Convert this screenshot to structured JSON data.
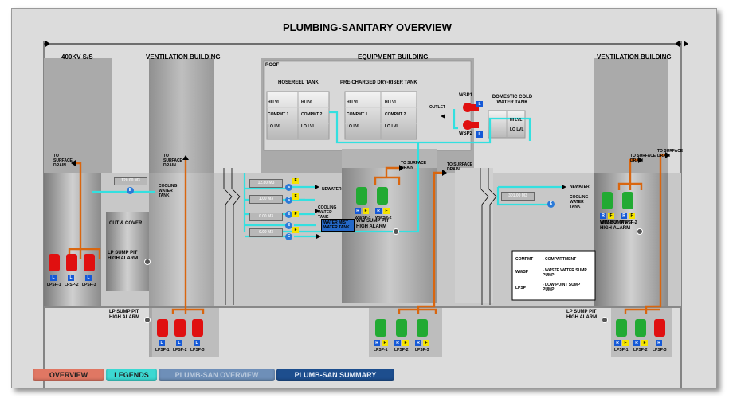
{
  "title": "PLUMBING-SANITARY OVERVIEW",
  "buildings": {
    "substation": "400KV S/S",
    "vent_left": "VENTILATION BUILDING",
    "equipment": "EQUIPMENT BUILDING",
    "vent_right": "VENTILATION BUILDING"
  },
  "roof": {
    "label": "ROOF",
    "hosereel_tank": "HOSEREEL TANK",
    "dry_riser_tank": "PRE-CHARGED DRY-RISER TANK",
    "domestic_tank": "DOMESTIC COLD WATER TANK",
    "outlet": "OUTLET",
    "wsp1": "WSP1",
    "wsp2": "WSP2",
    "level_labels": [
      "HI LVL",
      "COMPMT 1",
      "LO LVL"
    ],
    "level_labels_2": [
      "HI LVL",
      "COMPMT 2",
      "LO LVL"
    ]
  },
  "labels": {
    "to_surface_drain": "TO SURFACE DRAIN",
    "cooling_water_tank": "COOLING WATER TANK",
    "cut_cover": "CUT & COVER",
    "lp_sump_alarm": "LP SUMP PIT HIGH ALARM",
    "ww_sump_alarm": "WW SUMP PIT HIGH ALARM",
    "newater": "NEWATER",
    "water_mist_tank": "WATER MIST WATER TANK"
  },
  "meters": {
    "left_cooling": "120.00 M3",
    "mid_1": "12.80 M3",
    "mid_2": "1.00 M3",
    "mid_3": "0.00 M3",
    "mid_4": "0.00 M3",
    "right_cooling": "301.00 M3"
  },
  "badges": {
    "f": "F",
    "e": "E",
    "l": "L",
    "r": "R"
  },
  "pumps": {
    "lpsp": [
      "LPSP-1",
      "LPSP-2",
      "LPSP-3"
    ],
    "wwsp": [
      "WWSP-1",
      "WWSP-2"
    ]
  },
  "legend": {
    "items": [
      {
        "abbr": "COMPMT",
        "desc": "- COMPARTMENT"
      },
      {
        "abbr": "WWSP",
        "desc": "- WASTE WATER SUMP PUMP"
      },
      {
        "abbr": "LPSP",
        "desc": "- LOW POINT SUMP PUMP"
      }
    ]
  },
  "nav": {
    "overview": "OVERVIEW",
    "legends": "LEGENDS",
    "plumb_san_overview": "PLUMB-SAN OVERVIEW",
    "plumb_san_summary": "PLUMB-SAN SUMMARY"
  },
  "colors": {
    "pipe_water": "#33e0e0",
    "pipe_drain": "#d9660f",
    "pump_on": "#22aa33",
    "pump_off": "#e01010",
    "badge_blue": "#1559d6",
    "badge_yellow": "#f5e400",
    "nav_overview": "#e07763",
    "nav_legends": "#3cd8d2",
    "nav_summary": "#1d4e8e"
  }
}
